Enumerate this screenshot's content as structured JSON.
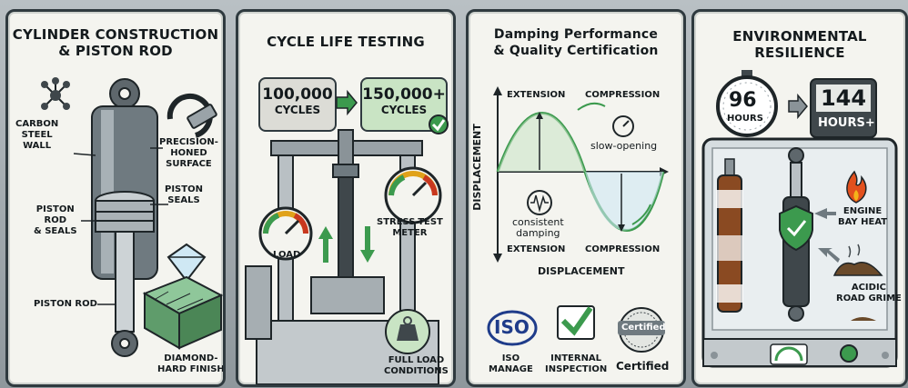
{
  "panels": [
    {
      "title_line1": "CYLINDER CONSTRUCTION",
      "title_line2": "& PISTON ROD",
      "labels": {
        "carbon_steel_1": "CARBON",
        "carbon_steel_2": "STEEL",
        "carbon_steel_3": "WALL",
        "honed_1": "PRECISION-",
        "honed_2": "HONED",
        "honed_3": "SURFACE",
        "piston_seals_1": "PISTON",
        "piston_seals_2": "SEALS",
        "rod_seals_1": "PISTON",
        "rod_seals_2": "ROD",
        "rod_seals_3": "& SEALS",
        "piston_rod": "PISTON ROD",
        "diamond_1": "DIAMOND-",
        "diamond_2": "HARD FINISH"
      }
    },
    {
      "title": "CYCLE LIFE TESTING",
      "cycles_a_value": "100,000",
      "cycles_a_unit": "CYCLES",
      "cycles_b_value": "150,000+",
      "cycles_b_unit": "CYCLES",
      "load_gauge": "LOAD",
      "stress_1": "STRESS-TEST",
      "stress_2": "METER",
      "full_load_1": "FULL LOAD",
      "full_load_2": "CONDITIONS"
    },
    {
      "title_line1": "Damping Performance",
      "title_line2": "& Quality Certification",
      "graph": {
        "y_label": "DISPLACEMENT",
        "x_label": "DISPLACEMENT",
        "extension_top": "EXTENSION",
        "extension_bottom": "EXTENSION",
        "compression_top": "COMPRESSION",
        "compression_bottom": "COMPRESSION",
        "slow_opening": "slow-opening",
        "consistent_1": "consistent",
        "consistent_2": "damping"
      },
      "cert": {
        "iso_logo": "ISO",
        "iso_1": "ISO",
        "iso_2": "MANAGE",
        "inspection_1": "INTERNAL",
        "inspection_2": "INSPECTION",
        "certified_badge": "Certified",
        "certified_label": "Certified"
      }
    },
    {
      "title_line1": "ENVIRONMENTAL",
      "title_line2": "RESILIENCE",
      "hours_a_value": "96",
      "hours_a_unit": "HOURS",
      "hours_b_value": "144",
      "hours_b_unit": "HOURS+",
      "engine_1": "ENGINE",
      "engine_2": "BAY HEAT",
      "acidic_1": "ACIDIC",
      "acidic_2": "ROAD GRIME"
    }
  ],
  "colors": {
    "panel_bg": "#f4f4ef",
    "border": "#2f3a3f",
    "accent_green": "#3c9a4e",
    "steel": "#9aa3a8",
    "rust": "#8a4a22"
  }
}
